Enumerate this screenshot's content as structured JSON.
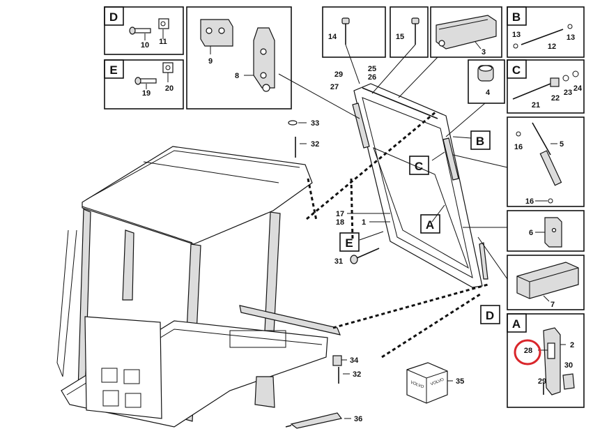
{
  "diagram": {
    "brand_mark": "VOLVO",
    "highlight_color": "#d9262b",
    "highlighted_part": "28",
    "detail_boxes": [
      {
        "id": "D-top",
        "letter": "D",
        "parts": [
          "10",
          "11"
        ]
      },
      {
        "id": "E",
        "letter": "E",
        "parts": [
          "19",
          "20"
        ]
      },
      {
        "id": "hinge",
        "letter": "",
        "parts": [
          "9",
          "8"
        ]
      },
      {
        "id": "14",
        "letter": "",
        "parts": [
          "14"
        ]
      },
      {
        "id": "15",
        "letter": "",
        "parts": [
          "15"
        ]
      },
      {
        "id": "3",
        "letter": "",
        "parts": [
          "3"
        ]
      },
      {
        "id": "B-top",
        "letter": "B",
        "parts": [
          "13",
          "12",
          "13"
        ]
      },
      {
        "id": "4",
        "letter": "",
        "parts": [
          "4"
        ]
      },
      {
        "id": "C-top",
        "letter": "C",
        "parts": [
          "21",
          "22",
          "23",
          "24"
        ]
      },
      {
        "id": "5",
        "letter": "",
        "parts": [
          "16",
          "5",
          "16"
        ]
      },
      {
        "id": "6",
        "letter": "",
        "parts": [
          "6"
        ]
      },
      {
        "id": "7",
        "letter": "",
        "parts": [
          "7"
        ]
      },
      {
        "id": "A-detail",
        "letter": "A",
        "parts": [
          "28",
          "2",
          "30",
          "29"
        ]
      }
    ],
    "callout_letters": [
      "B",
      "C",
      "A",
      "E",
      "D"
    ],
    "labels": [
      "33",
      "32",
      "29",
      "25",
      "26",
      "27",
      "17",
      "18",
      "1",
      "31",
      "34",
      "32",
      "35",
      "36"
    ]
  }
}
